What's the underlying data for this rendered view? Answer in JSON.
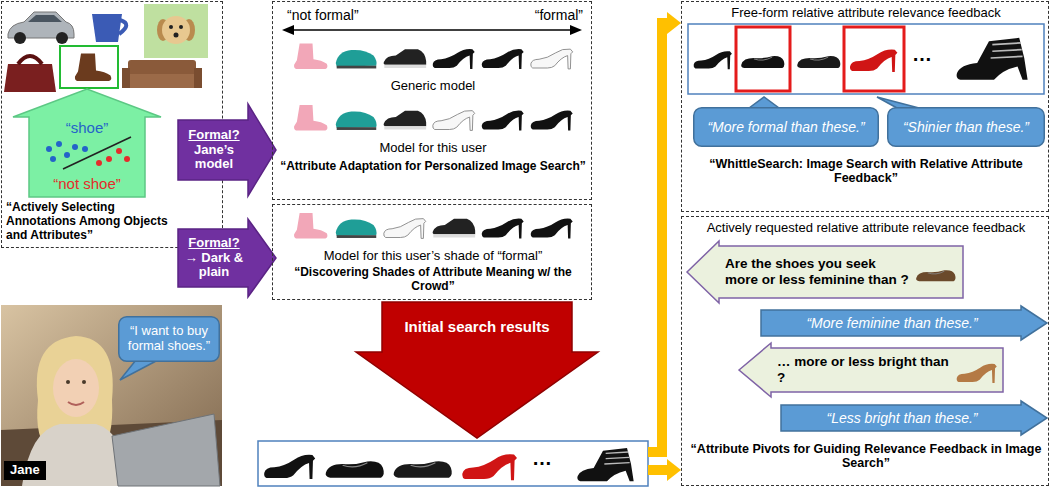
{
  "diagram": {
    "nodes": [
      {
        "text": [
          "“Actively Selecting Annotations Among Objects and Attributes”"
        ]
      },
      {
        "text": [
          "“shoe”",
          "“not shoe”"
        ],
        "in": 0
      },
      {
        "text": [
          "Formal?",
          "Jane’s model"
        ]
      },
      {
        "text": [
          "“not formal”",
          "“formal”",
          "Generic model",
          "Model for this user",
          "“Attribute Adaptation for Personalized Image Search”"
        ]
      },
      {
        "text": [
          "Formal?",
          "→ Dark & plain"
        ]
      },
      {
        "text": [
          "Model for this user’s shade of “formal”",
          "“Discovering Shades of Attribute Meaning w/ the Crowd”"
        ]
      },
      {
        "text": [
          "Jane"
        ]
      },
      {
        "text": [
          "“I want to buy formal shoes.”"
        ],
        "in": 6
      },
      {
        "text": [
          "Initial search results"
        ]
      },
      {
        "text": [
          "Free-form relative attribute relevance feedback",
          "“WhittleSearch: Image Search with Relative Attribute Feedback”"
        ]
      },
      {
        "text": [
          "“More formal than these.”"
        ],
        "in": 9
      },
      {
        "text": [
          "“Shinier than these.”"
        ],
        "in": 9
      },
      {
        "text": [
          "Actively requested relative attribute relevance feedback",
          "“Attribute Pivots for Guiding Relevance Feedback in Image Search”"
        ]
      },
      {
        "text": [
          "Are the shoes you seek more or less feminine than ?"
        ],
        "in": 12
      },
      {
        "text": [
          "“More feminine than these.”"
        ],
        "in": 12
      },
      {
        "text": [
          "… more or less bright than ?"
        ],
        "in": 12
      },
      {
        "text": [
          "“Less bright than these.”"
        ],
        "in": 12
      }
    ],
    "edges": [
      {
        "from": 8,
        "to": 9,
        "arrow": "to"
      },
      {
        "from": 8,
        "to": 12,
        "arrow": "to"
      }
    ],
    "labels": [
      "…",
      "…"
    ]
  }
}
